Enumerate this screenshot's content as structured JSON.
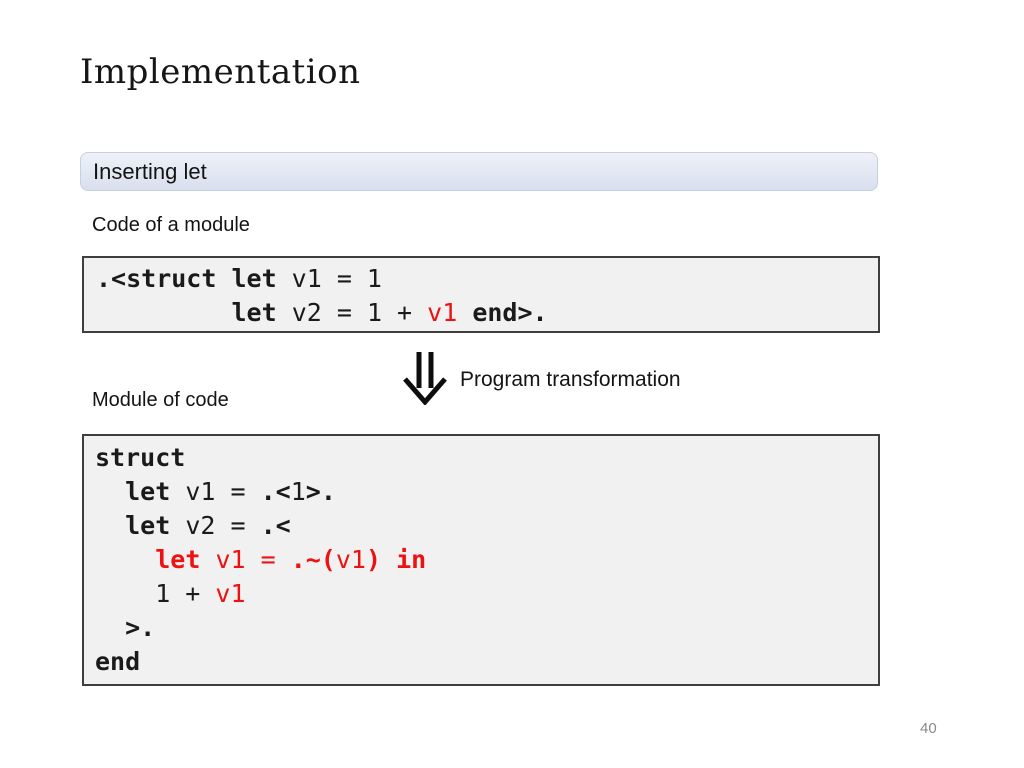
{
  "slide": {
    "title": "Implementation",
    "page_number": "40"
  },
  "section_header": {
    "label": "Inserting let"
  },
  "labels": {
    "code_of_module": "Code of a module",
    "transformation": "Program transformation",
    "module_of_code": "Module of code"
  },
  "colors": {
    "code_red": "#ee1111",
    "code_text": "#1a1a1a",
    "code_box_bg": "#f1f1f1",
    "code_box_border": "#3f3f3f",
    "header_bg_top": "#eef1f8",
    "header_bg_bottom": "#d8dfee",
    "header_border": "#c6cfe3",
    "page_number_color": "#8a8a8a"
  },
  "code_before": {
    "lines": [
      [
        {
          "t": ".<struct let ",
          "b": true
        },
        {
          "t": "v1 = 1",
          "b": false
        }
      ],
      [
        {
          "t": "         ",
          "b": false
        },
        {
          "t": "let ",
          "b": true
        },
        {
          "t": "v2 = 1 + ",
          "b": false
        },
        {
          "t": "v1",
          "b": false,
          "red": true
        },
        {
          "t": " ",
          "b": false
        },
        {
          "t": "end>.",
          "b": true
        }
      ]
    ]
  },
  "code_after": {
    "lines": [
      [
        {
          "t": "struct",
          "b": true
        }
      ],
      [
        {
          "t": "  ",
          "b": false
        },
        {
          "t": "let ",
          "b": true
        },
        {
          "t": "v1 = ",
          "b": false
        },
        {
          "t": ".<",
          "b": true
        },
        {
          "t": "1",
          "b": false
        },
        {
          "t": ">.",
          "b": true
        }
      ],
      [
        {
          "t": "  ",
          "b": false
        },
        {
          "t": "let ",
          "b": true
        },
        {
          "t": "v2 = ",
          "b": false
        },
        {
          "t": ".<",
          "b": true
        }
      ],
      [
        {
          "t": "    ",
          "b": false
        },
        {
          "t": "let ",
          "b": true,
          "red": true
        },
        {
          "t": "v1 = ",
          "b": false,
          "red": true
        },
        {
          "t": ".~(",
          "b": true,
          "red": true
        },
        {
          "t": "v1",
          "b": false,
          "red": true
        },
        {
          "t": ")",
          "b": true,
          "red": true
        },
        {
          "t": " in",
          "b": true,
          "red": true
        }
      ],
      [
        {
          "t": "    1 + ",
          "b": false
        },
        {
          "t": "v1",
          "b": false,
          "red": true
        }
      ],
      [
        {
          "t": "  >.",
          "b": true
        }
      ],
      [
        {
          "t": "end",
          "b": true
        }
      ]
    ]
  }
}
